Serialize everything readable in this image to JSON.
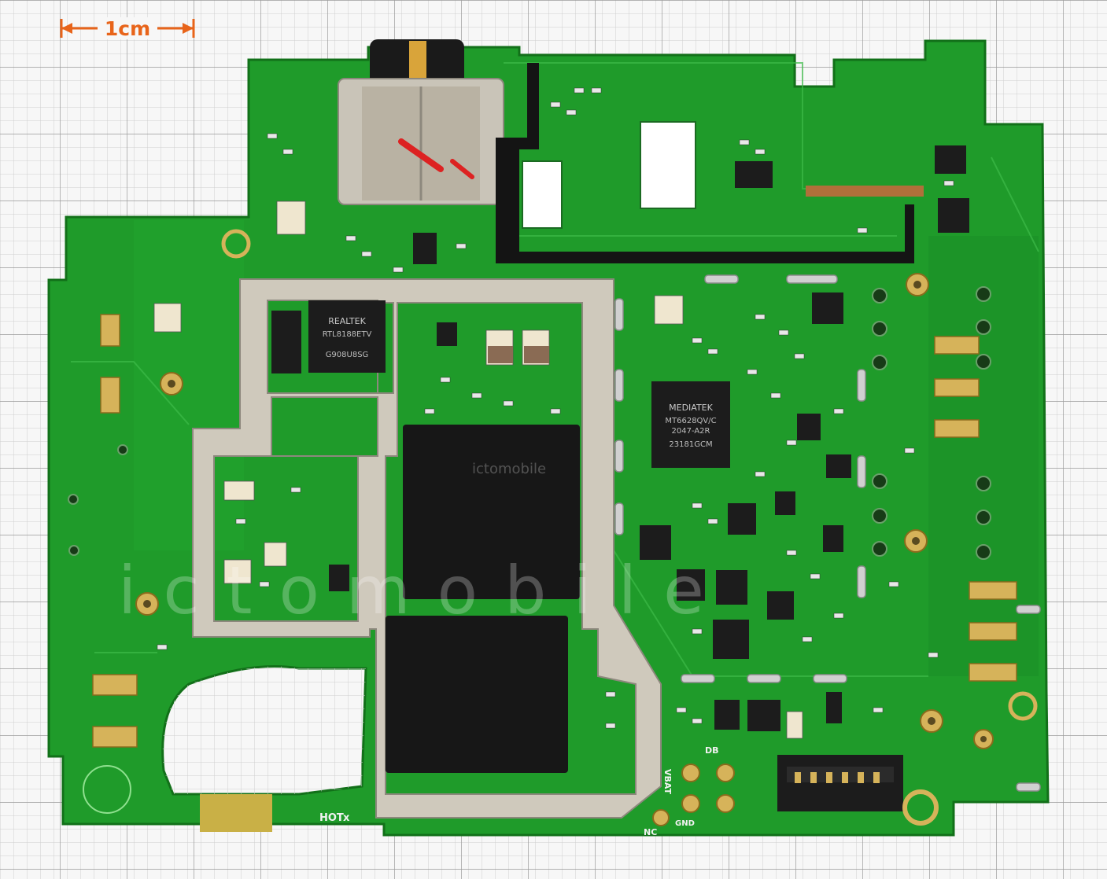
{
  "scale_label": "1cm",
  "chips": {
    "realtek": {
      "line1": "REALTEK",
      "line2": "RTL8188ETV",
      "line3": "G908U8SG"
    },
    "mediatek": {
      "line1": "MEDIATEK",
      "line2": "MT6628QV/C",
      "line3": "2047-A2R",
      "line4": "23181GCM"
    }
  },
  "silk": {
    "hot": "HOT",
    "x": "x",
    "vbat": "VBAT",
    "db": "DB",
    "nc": "NC",
    "gnd": "GND"
  },
  "watermark": {
    "small": "ictomobile",
    "large": "ictomobile"
  },
  "colors": {
    "pcb": "#1f9b2a",
    "pcb_dark": "#167a20",
    "grid": "#b8b8b8",
    "shield": "#c9c4b8",
    "chip": "#1c1c1c",
    "foam": "#151515",
    "gold": "#d6b35a",
    "scale": "#e8641a"
  }
}
